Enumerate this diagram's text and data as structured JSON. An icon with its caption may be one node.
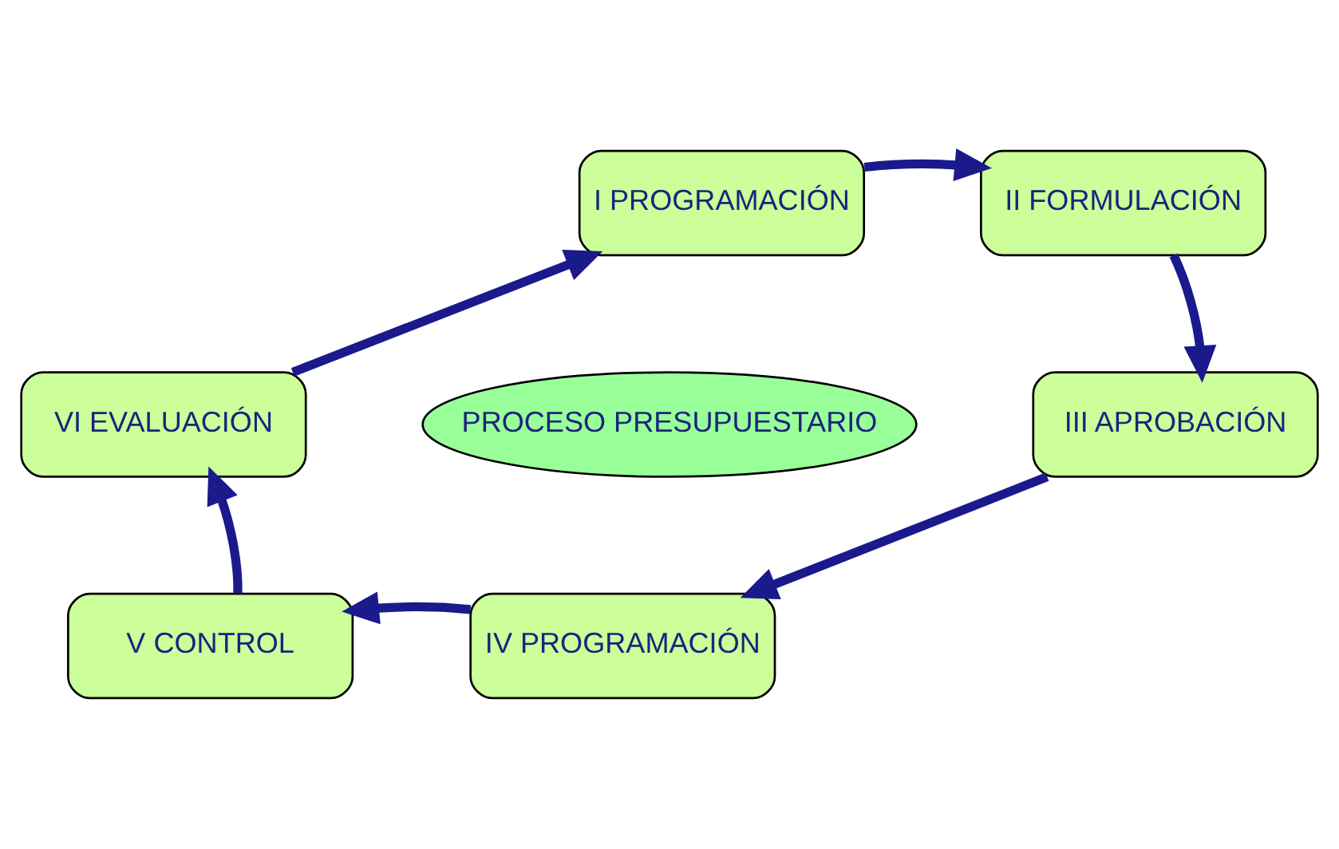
{
  "diagram": {
    "nodes": [
      {
        "text": [
          "I PROGRAMACIÓN"
        ]
      },
      {
        "text": [
          "II FORMULACIÓN"
        ]
      },
      {
        "text": [
          "III APROBACIÓN"
        ]
      },
      {
        "text": [
          "IV PROGRAMACIÓN"
        ]
      },
      {
        "text": [
          "V CONTROL"
        ]
      },
      {
        "text": [
          "VI EVALUACIÓN"
        ]
      },
      {
        "text": [
          "PROCESO PRESUPUESTARIO"
        ]
      }
    ],
    "edges": [
      {
        "from": 0,
        "to": 1,
        "arrow": "to"
      },
      {
        "from": 1,
        "to": 2,
        "arrow": "to"
      },
      {
        "from": 2,
        "to": 3,
        "arrow": "to"
      },
      {
        "from": 3,
        "to": 4,
        "arrow": "to"
      },
      {
        "from": 4,
        "to": 5,
        "arrow": "to"
      },
      {
        "from": 5,
        "to": 0,
        "arrow": "to"
      }
    ]
  }
}
